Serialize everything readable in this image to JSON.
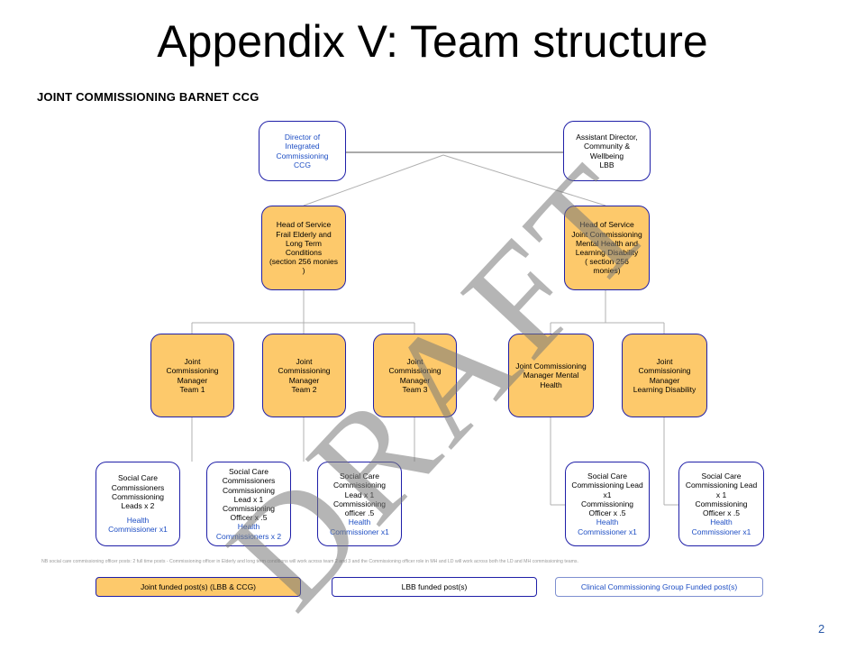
{
  "title": "Appendix V: Team structure",
  "subtitle": "JOINT COMMISSIONING BARNET CCG",
  "watermark": "DRAFT",
  "page_number": "2",
  "note": "NB social care commissioning officer posts: 2 full time posts - Commissioning officer in Elderly and long term conditions will work across team 2 and 3 and the Commissioning officer role in MH and LD will work across both the LD and MH commissioning teams.",
  "boxes": {
    "director": [
      "Director of",
      "Integrated",
      "Commissioning",
      "CCG"
    ],
    "asst_director": [
      "Assistant Director,",
      "Community &",
      "Wellbeing",
      "LBB"
    ],
    "hos_frail": [
      "Head of Service",
      "Frail Elderly and",
      "Long Term",
      "Conditions",
      "(section 256 monies",
      ")"
    ],
    "hos_mh": [
      "Head of Service",
      "Joint Commissioning",
      "Mental Health and",
      "Learning Disability",
      "( section 256",
      "monies)"
    ],
    "jcm1": [
      "Joint",
      "Commissioning",
      "Manager",
      "Team 1"
    ],
    "jcm2": [
      "Joint",
      "Commissioning",
      "Manager",
      "Team 2"
    ],
    "jcm3": [
      "Joint",
      "Commissioning",
      "Manager",
      "Team 3"
    ],
    "jcm_mh": [
      "Joint Commissioning",
      "Manager Mental",
      "Health"
    ],
    "jcm_ld": [
      "Joint",
      "Commissioning",
      "Manager",
      "Learning Disability"
    ],
    "sc1": {
      "black": [
        "Social Care",
        "Commissioners",
        "Commissioning",
        "Leads x 2"
      ],
      "blue": [
        "Health",
        "Commissioner x1"
      ]
    },
    "sc2": {
      "black": [
        "Social Care",
        "Commissioners",
        "Commissioning",
        "Lead x 1",
        "Commissioning",
        "Officer x .5"
      ],
      "blue": [
        "Health",
        "Commissioners x 2"
      ]
    },
    "sc3": {
      "black": [
        "Social Care",
        "Commissioning",
        "Lead x 1",
        "Commissioning",
        "officer .5"
      ],
      "blue": [
        "Health",
        "Commissioner x1"
      ]
    },
    "sc4": {
      "black": [
        "Social Care",
        "Commissioning Lead",
        "x1",
        "Commissioning",
        "Officer x .5"
      ],
      "blue": [
        "Health",
        "Commissioner x1"
      ]
    },
    "sc5": {
      "black": [
        "Social Care",
        "Commissioning Lead",
        "x 1",
        "Commissioning",
        "Officer x .5"
      ],
      "blue": [
        "Health",
        "Commissioner x1"
      ]
    }
  },
  "legend": {
    "joint": "Joint funded post(s) (LBB & CCG)",
    "lbb": "LBB funded post(s)",
    "ccg": "Clinical Commissioning Group Funded post(s)"
  },
  "colors": {
    "joint_fill": "#fdc96b",
    "box_border": "#1f1fa8",
    "ccg_text": "#1f4fc4",
    "connector": "#b0b0b0"
  }
}
